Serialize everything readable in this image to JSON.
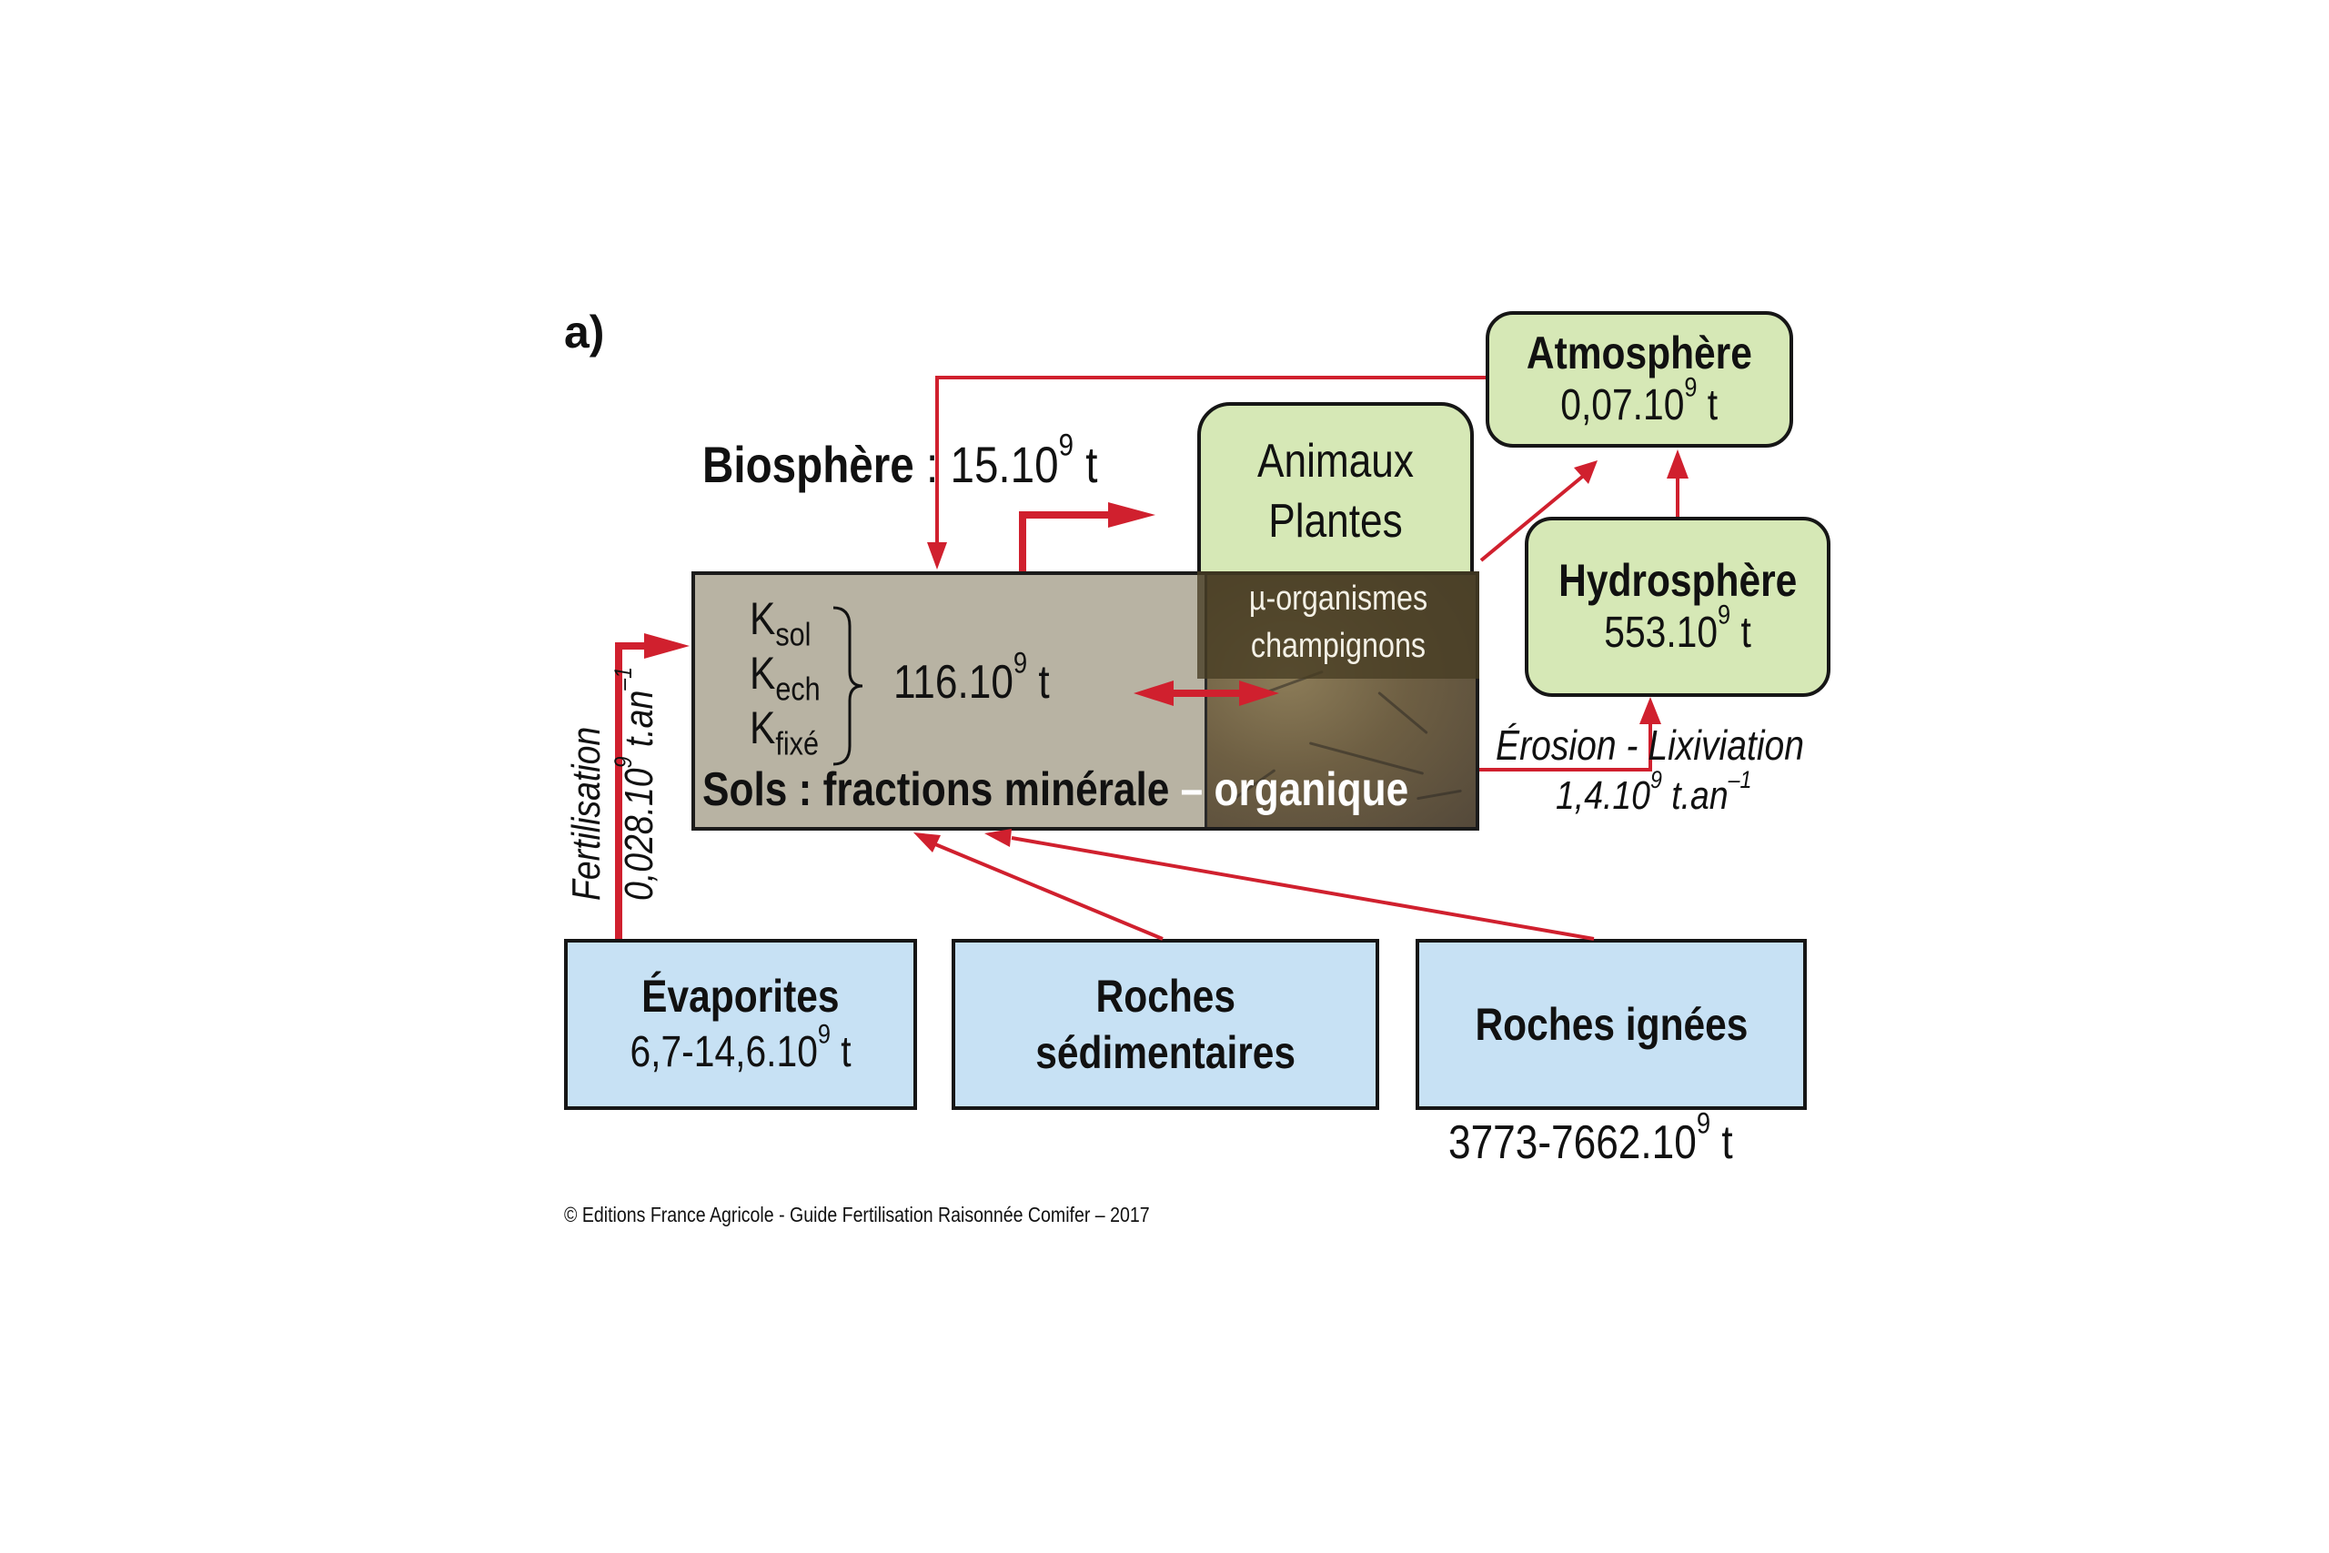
{
  "panel_label": "a)",
  "biosphere": {
    "label": "Biosphère",
    "sep": " : ",
    "value": "15.10",
    "exp": "9",
    "unit": " t"
  },
  "atmosphere": {
    "title": "Atmosphère",
    "value": "0,07.10",
    "exp": "9",
    "unit": " t"
  },
  "hydrosphere": {
    "title": "Hydrosphère",
    "value": "553.10",
    "exp": "9",
    "unit": " t"
  },
  "animals_plants": {
    "line1": "Animaux",
    "line2": "Plantes"
  },
  "micro": {
    "line1": "µ-organismes",
    "line2": "champignons"
  },
  "soil": {
    "k": [
      {
        "base": "K",
        "sub": "sol"
      },
      {
        "base": "K",
        "sub": "ech"
      },
      {
        "base": "K",
        "sub": "fixé"
      }
    ],
    "value": "116.10",
    "exp": "9",
    "unit": " t",
    "label_mineral": "Sols : fractions minérale",
    "label_organic": " – organique"
  },
  "fertilisation": {
    "label": "Fertilisation",
    "value": "0,028.10",
    "exp": "9",
    "unit": " t.an",
    "unit_exp": "–1"
  },
  "erosion": {
    "label": "Érosion - Lixiviation",
    "value": "1,4.10",
    "exp": "9",
    "unit": " t.an",
    "unit_exp": "–1"
  },
  "evaporites": {
    "title": "Évaporites",
    "value": "6,7-14,6.10",
    "exp": "9",
    "unit": " t"
  },
  "roches_sed": {
    "line1": "Roches",
    "line2": "sédimentaires"
  },
  "roches_ign": {
    "title": "Roches ignées",
    "value": "3773-7662.10",
    "exp": "9",
    "unit": " t"
  },
  "copyright": "© Editions France Agricole - Guide Fertilisation Raisonnée Comifer – 2017",
  "colors": {
    "arrow": "#d0202e",
    "green_box": "#d6e8b6",
    "blue_box": "#c7e1f4",
    "soil_mineral": "#b8b3a3",
    "soil_organic": "#6e5f43"
  }
}
